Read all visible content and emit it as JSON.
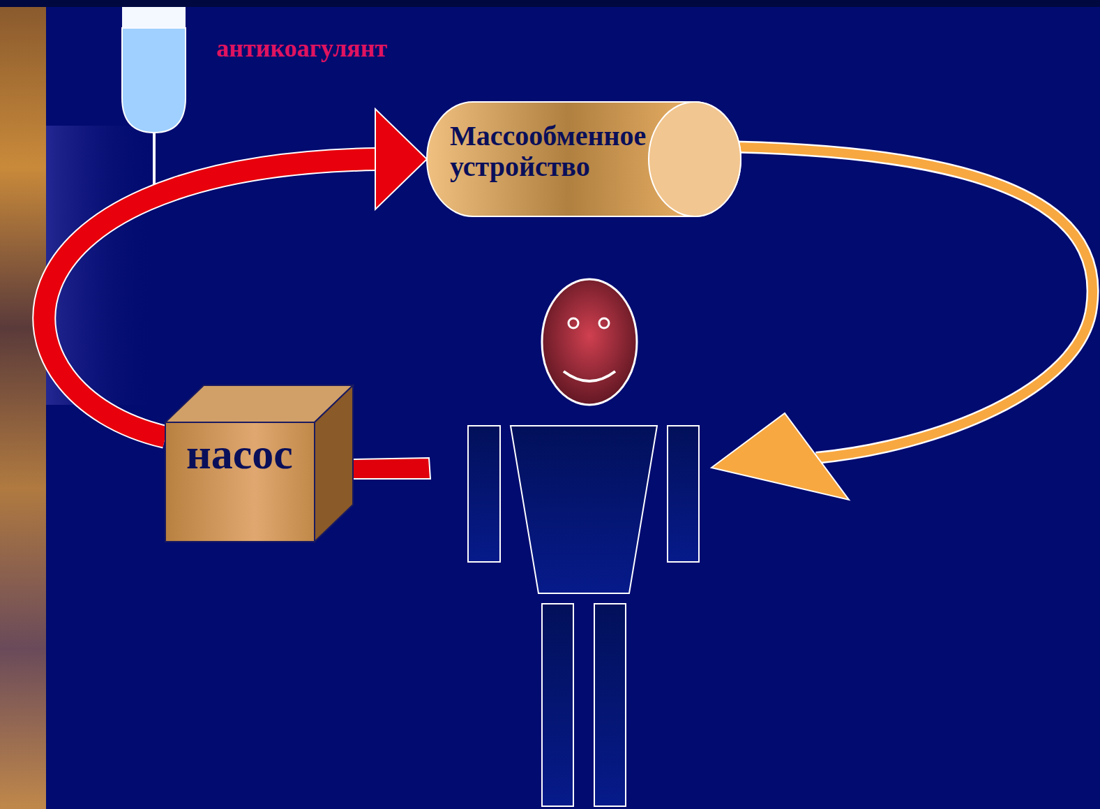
{
  "diagram": {
    "nodes": [
      {
        "text": [
          "Массообменное устройство"
        ]
      },
      {
        "text": [
          "насос"
        ]
      }
    ],
    "edges": [
      {
        "from": 1,
        "to": 0,
        "arrow": "to"
      }
    ],
    "labels": [
      "антикоагулянт"
    ]
  }
}
